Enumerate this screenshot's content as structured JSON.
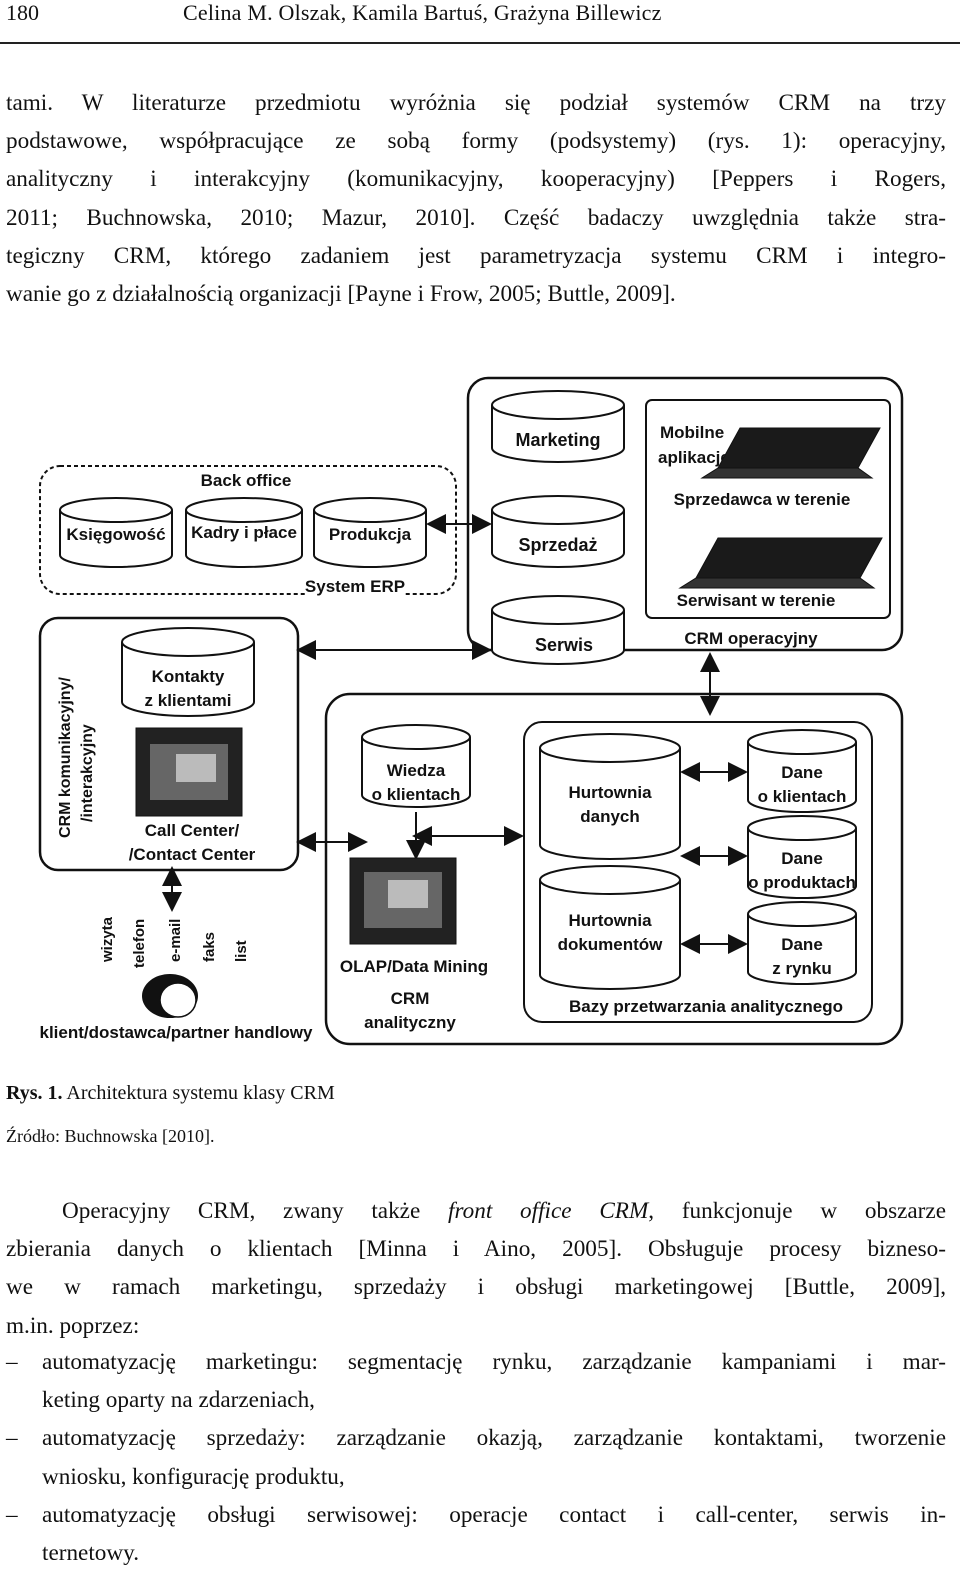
{
  "header": {
    "page_number": "180",
    "authors": "Celina M. Olszak, Kamila Bartuś, Grażyna Billewicz"
  },
  "para1": {
    "lines": [
      "tami. W literaturze przedmiotu wyróżnia się podział systemów CRM na trzy",
      "podstawowe, współpracujące ze sobą formy (podsystemy) (rys. 1): operacyjny,",
      "analityczny i interakcyjny (komunikacyjny, kooperacyjny) [Peppers i Rogers,",
      "2011; Buchnowska, 2010; Mazur, 2010]. Część badaczy uwzględnia także stra-",
      "tegiczny CRM, którego zadaniem jest parametryzacja systemu CRM i integro-",
      "wanie go z działalnością organizacji [Payne i Frow, 2005; Buttle, 2009]."
    ]
  },
  "figure": {
    "back_office": "Back office",
    "system_erp": "System ERP",
    "ksiegowosc": "Księgowość",
    "kadry": "Kadry i płace",
    "produkcja": "Produkcja",
    "marketing": "Marketing",
    "sprzedaz": "Sprzedaż",
    "serwis": "Serwis",
    "mobilne1": "Mobilne",
    "mobilne2": "aplikacje",
    "sprzedawca": "Sprzedawca w terenie",
    "serwisant": "Serwisant w terenie",
    "crm_operacyjny": "CRM operacyjny",
    "kontakty1": "Kontakty",
    "kontakty2": "z klientami",
    "callcenter1": "Call Center/",
    "callcenter2": "/Contact Center",
    "crm_kom1": "CRM komunikacyjny/",
    "crm_kom2": "/interakcyjny",
    "wiedza1": "Wiedza",
    "wiedza2": "o klientach",
    "olap": "OLAP/Data Mining",
    "crm_anal1": "CRM",
    "crm_anal2": "analityczny",
    "hurtownia_d1": "Hurtownia",
    "hurtownia_d2": "danych",
    "hurtownia_k1": "Hurtownia",
    "hurtownia_k2": "dokumentów",
    "dane_kl1": "Dane",
    "dane_kl2": "o klientach",
    "dane_pr1": "Dane",
    "dane_pr2": "o produktach",
    "dane_ry1": "Dane",
    "dane_ry2": "z rynku",
    "bazy": "Bazy przetwarzania analitycznego",
    "wizyta": "wizyta",
    "telefon": "telefon",
    "email": "e-mail",
    "faks": "faks",
    "list": "list",
    "klient": "klient/dostawca/partner handlowy"
  },
  "caption": {
    "label": "Rys. 1.",
    "text": " Architektura systemu klasy CRM"
  },
  "source": "Źródło: Buchnowska [2010].",
  "para2": {
    "line1_pre": "Operacyjny CRM, zwany także ",
    "line1_ital": "front office CRM",
    "line1_post": ", funkcjonuje w obszarze",
    "lines": [
      "zbierania danych o klientach [Minna i Aino, 2005]. Obsługuje procesy bizneso-",
      "we w ramach marketingu, sprzedaży i obsługi marketingowej [Buttle, 2009],",
      "m.in. poprzez:"
    ]
  },
  "bullets": [
    {
      "dash": "–",
      "l1": "automatyzację marketingu: segmentację rynku, zarządzanie kampaniami i mar-",
      "l2": "keting oparty na zdarzeniach,"
    },
    {
      "dash": "–",
      "l1": "automatyzację sprzedaży: zarządzanie okazją, zarządzanie kontaktami, tworzenie",
      "l2": "wniosku, konfigurację produktu,"
    },
    {
      "dash": "–",
      "l1": "automatyzację obsługi serwisowej: operacje contact i call-center, serwis in-",
      "l2": "ternetowy."
    }
  ]
}
